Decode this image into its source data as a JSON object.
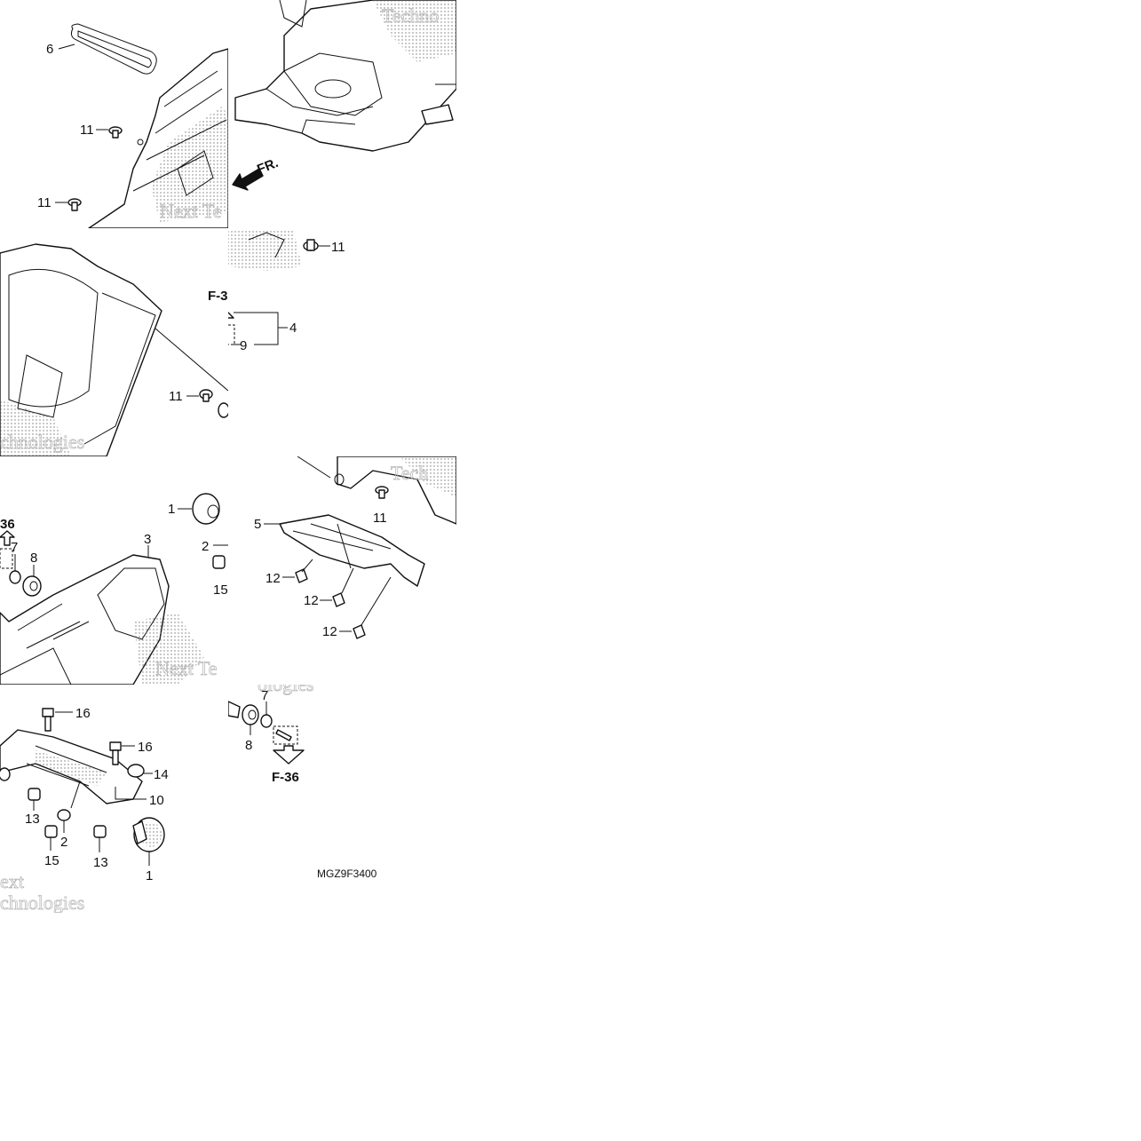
{
  "part_labels": [
    {
      "id": "p6",
      "text": "6"
    },
    {
      "id": "p11a",
      "text": "11"
    },
    {
      "id": "p11b",
      "text": "11"
    },
    {
      "id": "p11c",
      "text": "11"
    },
    {
      "id": "p11d",
      "text": "11"
    },
    {
      "id": "p11e",
      "text": "11"
    },
    {
      "id": "p4",
      "text": "4"
    },
    {
      "id": "p9",
      "text": "9"
    },
    {
      "id": "p1a",
      "text": "1"
    },
    {
      "id": "p3",
      "text": "3"
    },
    {
      "id": "p2a",
      "text": "2"
    },
    {
      "id": "p15a",
      "text": "15"
    },
    {
      "id": "p7a",
      "text": "7"
    },
    {
      "id": "p8a",
      "text": "8"
    },
    {
      "id": "p5",
      "text": "5"
    },
    {
      "id": "p12a",
      "text": "12"
    },
    {
      "id": "p12b",
      "text": "12"
    },
    {
      "id": "p12c",
      "text": "12"
    },
    {
      "id": "p16a",
      "text": "16"
    },
    {
      "id": "p16b",
      "text": "16"
    },
    {
      "id": "p14",
      "text": "14"
    },
    {
      "id": "p10",
      "text": "10"
    },
    {
      "id": "p13a",
      "text": "13"
    },
    {
      "id": "p13b",
      "text": "13"
    },
    {
      "id": "p2b",
      "text": "2"
    },
    {
      "id": "p15b",
      "text": "15"
    },
    {
      "id": "p1b",
      "text": "1"
    },
    {
      "id": "p7b",
      "text": "7"
    },
    {
      "id": "p8b",
      "text": "8"
    }
  ],
  "references": {
    "ref_top": "F-3",
    "ref_left": "36",
    "ref_bottom": "F-36"
  },
  "front_arrow": "FR.",
  "drawing_code": "MGZ9F3400",
  "watermarks": [
    "Next",
    "Technologies",
    "ologies",
    "Techno",
    "Tech",
    "Next Te"
  ],
  "colors": {
    "line": "#111111",
    "background": "#ffffff",
    "watermark": "#bbbbbb"
  }
}
